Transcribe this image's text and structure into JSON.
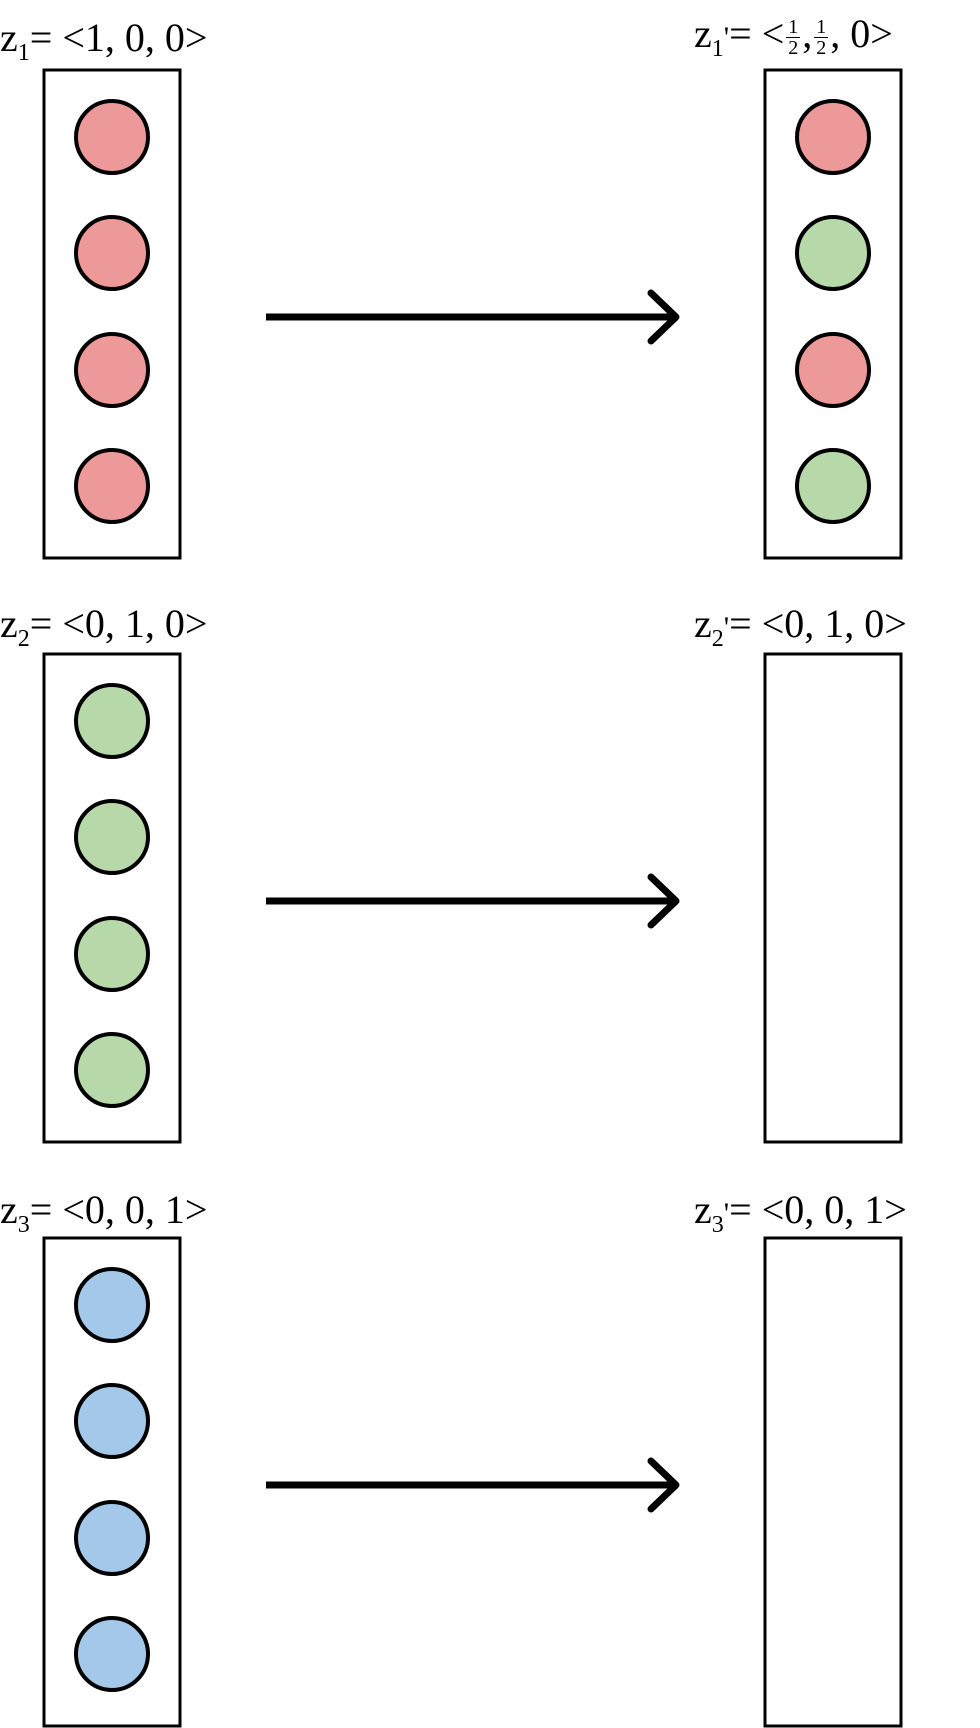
{
  "colors": {
    "red": "#ee9999",
    "green": "#b7d8a8",
    "blue": "#a3c8ea",
    "stroke": "#000000"
  },
  "rows": [
    {
      "left": {
        "var": "z",
        "sub": "1",
        "prime": "",
        "vector": "= <1, 0, 0>",
        "dots": [
          "red",
          "red",
          "red",
          "red"
        ]
      },
      "right": {
        "var": "z",
        "sub": "1",
        "prime": "'",
        "vector_prefix": "= <",
        "frac1": {
          "num": "1",
          "den": "2"
        },
        "sep": ",",
        "frac2": {
          "num": "1",
          "den": "2"
        },
        "vector_suffix": ", 0>",
        "dots": [
          "red",
          "green",
          "red",
          "green"
        ]
      }
    },
    {
      "left": {
        "var": "z",
        "sub": "2",
        "prime": "",
        "vector": "= <0, 1, 0>",
        "dots": [
          "green",
          "green",
          "green",
          "green"
        ]
      },
      "right": {
        "var": "z",
        "sub": "2",
        "prime": "'",
        "vector": "= <0, 1, 0>",
        "dots": []
      }
    },
    {
      "left": {
        "var": "z",
        "sub": "3",
        "prime": "",
        "vector": "= <0, 0, 1>",
        "dots": [
          "blue",
          "blue",
          "blue",
          "blue"
        ]
      },
      "right": {
        "var": "z",
        "sub": "3",
        "prime": "'",
        "vector": "= <0, 0, 1>",
        "dots": []
      }
    }
  ]
}
